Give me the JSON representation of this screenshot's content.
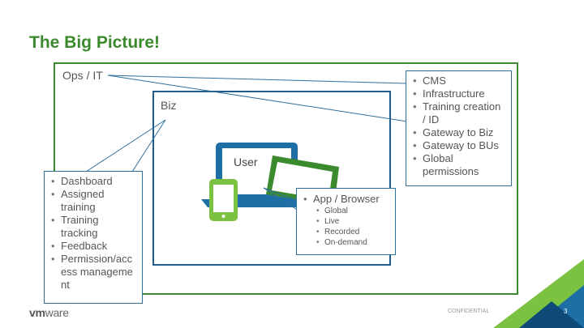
{
  "title": "The Big Picture!",
  "ops": {
    "label": "Ops / IT",
    "items": [
      "CMS",
      "Infrastructure",
      "Training creation / ID",
      "Gateway to Biz",
      "Gateway to BUs",
      "Global permissions"
    ]
  },
  "biz": {
    "label": "Biz",
    "items": [
      "Dashboard",
      "Assigned training",
      "Training tracking",
      "Feedback",
      "Permission/access management"
    ]
  },
  "user": {
    "label": "User",
    "app_label": "App / Browser",
    "sub_items": [
      "Global",
      "Live",
      "Recorded",
      "On-demand"
    ]
  },
  "footer": {
    "logo_prefix": "vm",
    "logo_suffix": "ware",
    "confidential": "CONFIDENTIAL",
    "page_number": "3"
  },
  "colors": {
    "title_green": "#3c8a2e",
    "ops_border": "#3c8a2e",
    "biz_border": "#1e5b8a",
    "device_blue": "#1d6fa5",
    "phone_green": "#7cc242",
    "tablet_green": "#3c8a2e"
  }
}
